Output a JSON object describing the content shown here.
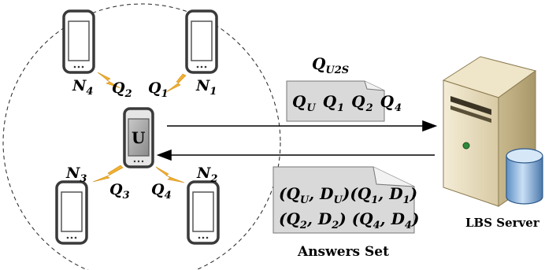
{
  "diagram": {
    "user_label": "U",
    "nodes": [
      {
        "name": "N",
        "sub": "4"
      },
      {
        "name": "N",
        "sub": "1"
      },
      {
        "name": "N",
        "sub": "3"
      },
      {
        "name": "N",
        "sub": "2"
      }
    ],
    "queries": [
      {
        "name": "Q",
        "sub": "2"
      },
      {
        "name": "Q",
        "sub": "1"
      },
      {
        "name": "Q",
        "sub": "3"
      },
      {
        "name": "Q",
        "sub": "4"
      }
    ],
    "request_title": {
      "name": "Q",
      "sub": "U2S"
    },
    "request_items": [
      {
        "name": "Q",
        "sub": "U"
      },
      {
        "name": "Q",
        "sub": "1"
      },
      {
        "name": "Q",
        "sub": "2"
      },
      {
        "name": "Q",
        "sub": "4"
      }
    ],
    "answers_line1": [
      {
        "open": "(",
        "a": "Q",
        "asub": "U",
        "sep": ", ",
        "b": "D",
        "bsub": "U",
        "close": ")"
      },
      {
        "open": "(",
        "a": "Q",
        "asub": "1",
        "sep": ", ",
        "b": "D",
        "bsub": "1",
        "close": ")"
      }
    ],
    "answers_line2": [
      {
        "open": "(",
        "a": "Q",
        "asub": "2",
        "sep": ", ",
        "b": "D",
        "bsub": "2",
        "close": ")"
      },
      {
        "open": "(",
        "a": "Q",
        "asub": "4",
        "sep": ", ",
        "b": "D",
        "bsub": "4",
        "close": ")"
      }
    ],
    "answers_caption": "Answers Set",
    "server_label": "LBS Server",
    "colors": {
      "phone_frame": "#3a3a3a",
      "phone_screen": "#ffffff",
      "user_screen": "#9a9a9a",
      "lightning": "#f0b030",
      "doc_fill": "#d8d8d8",
      "server_body": "#e8dcc0",
      "db_cylinder": "#8fb8e0"
    }
  }
}
